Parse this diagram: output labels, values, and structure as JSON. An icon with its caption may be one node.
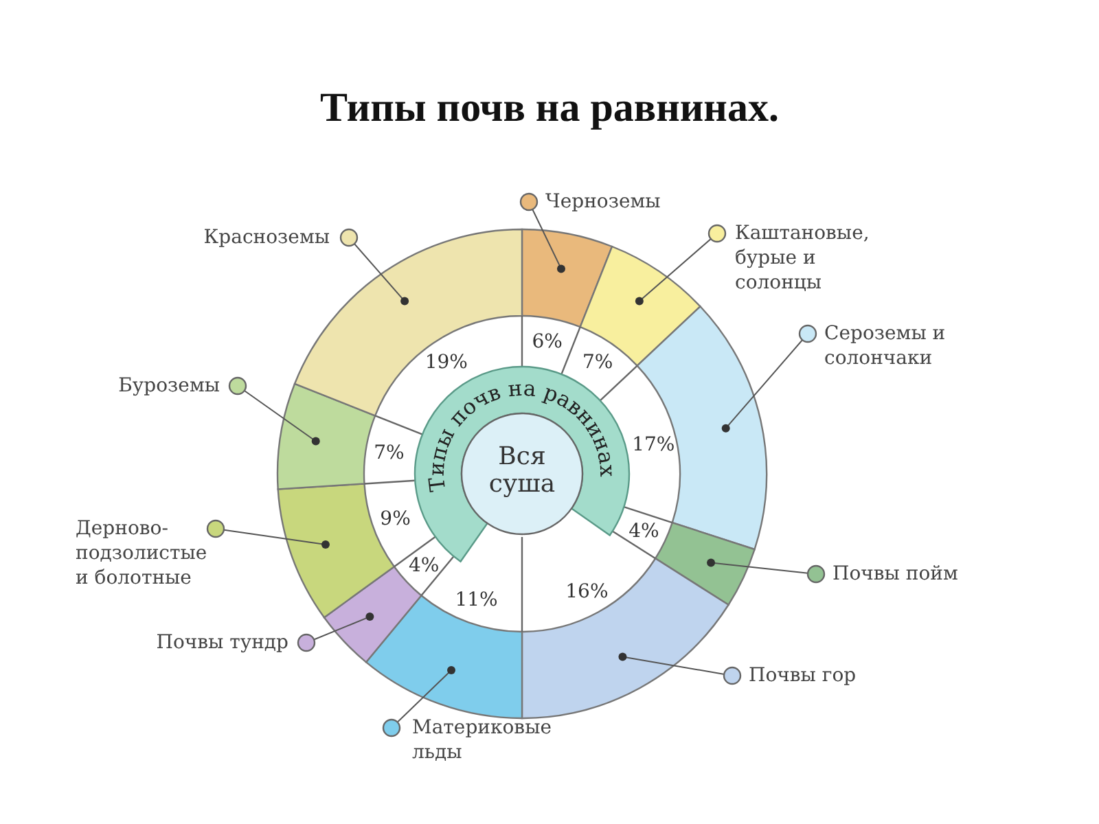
{
  "diagram": {
    "title": "Типы почв на равнинах.",
    "labels": [
      "Типы почв на равнинах",
      "Вся суша"
    ],
    "chart_data": {
      "type": "donut",
      "categories": [
        "Черноземы",
        "Каштановые, бурые и солонцы",
        "Сероземы и солончаки",
        "Почвы пойм",
        "Почвы гор",
        "Материковые льды",
        "Почвы тундр",
        "Дерново-подзолистые и болотные",
        "Буроземы",
        "Красноземы"
      ],
      "legend": "bottom right",
      "values": [
        6,
        7,
        17,
        4,
        16,
        11,
        4,
        9,
        7,
        19
      ],
      "value_labels": [
        "6%",
        "7%",
        "17%",
        "4%",
        "16%",
        "11%",
        "4%",
        "9%",
        "7%",
        "19%"
      ]
    }
  }
}
